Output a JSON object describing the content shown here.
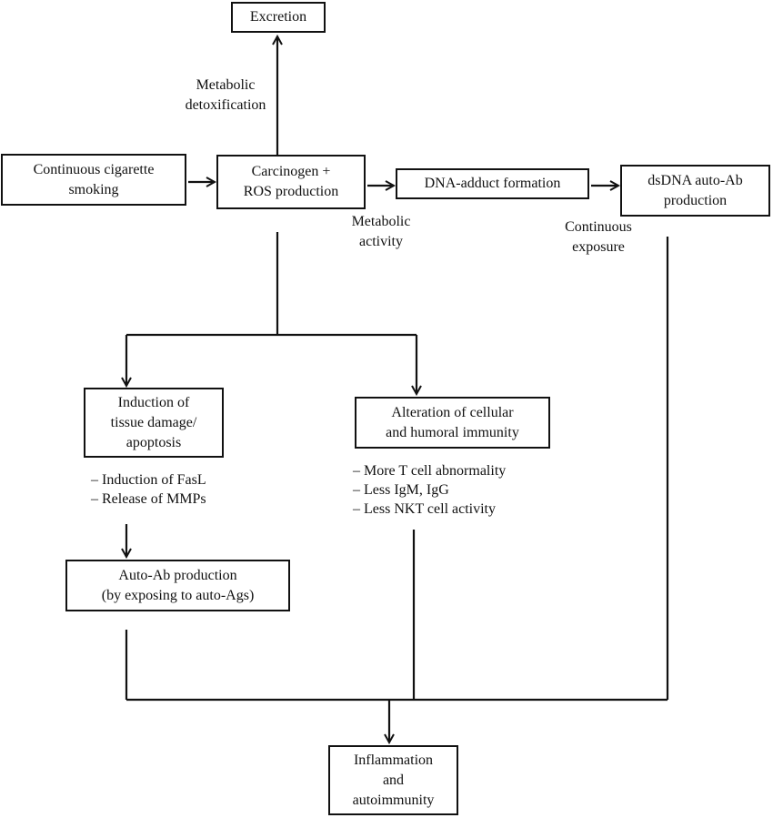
{
  "nodes": {
    "excretion": {
      "lines": [
        "Excretion"
      ]
    },
    "smoking": {
      "lines": [
        "Continuous cigarette",
        "smoking"
      ]
    },
    "carcinogen": {
      "lines": [
        "Carcinogen +",
        "ROS production"
      ]
    },
    "dna_adduct": {
      "lines": [
        "DNA-adduct formation"
      ]
    },
    "dsdna": {
      "lines": [
        "dsDNA auto-Ab",
        "production"
      ]
    },
    "tissue_damage": {
      "lines": [
        "Induction of",
        "tissue damage/",
        "apoptosis"
      ]
    },
    "immunity": {
      "lines": [
        "Alteration of cellular",
        "and humoral immunity"
      ]
    },
    "autoab": {
      "lines": [
        "Auto-Ab production",
        "(by exposing to auto-Ags)"
      ]
    },
    "inflammation": {
      "lines": [
        "Inflammation",
        "and",
        "autoimmunity"
      ]
    }
  },
  "edge_labels": {
    "metabolic_detox": [
      "Metabolic",
      "detoxification"
    ],
    "metabolic_activity": [
      "Metabolic",
      "activity"
    ],
    "continuous_exposure": [
      "Continuous",
      "exposure"
    ]
  },
  "lists": {
    "tissue_items": [
      "– Induction of FasL",
      "– Release of MMPs"
    ],
    "immunity_items": [
      "– More T cell abnormality",
      "– Less IgM, IgG",
      "– Less NKT cell activity"
    ]
  }
}
